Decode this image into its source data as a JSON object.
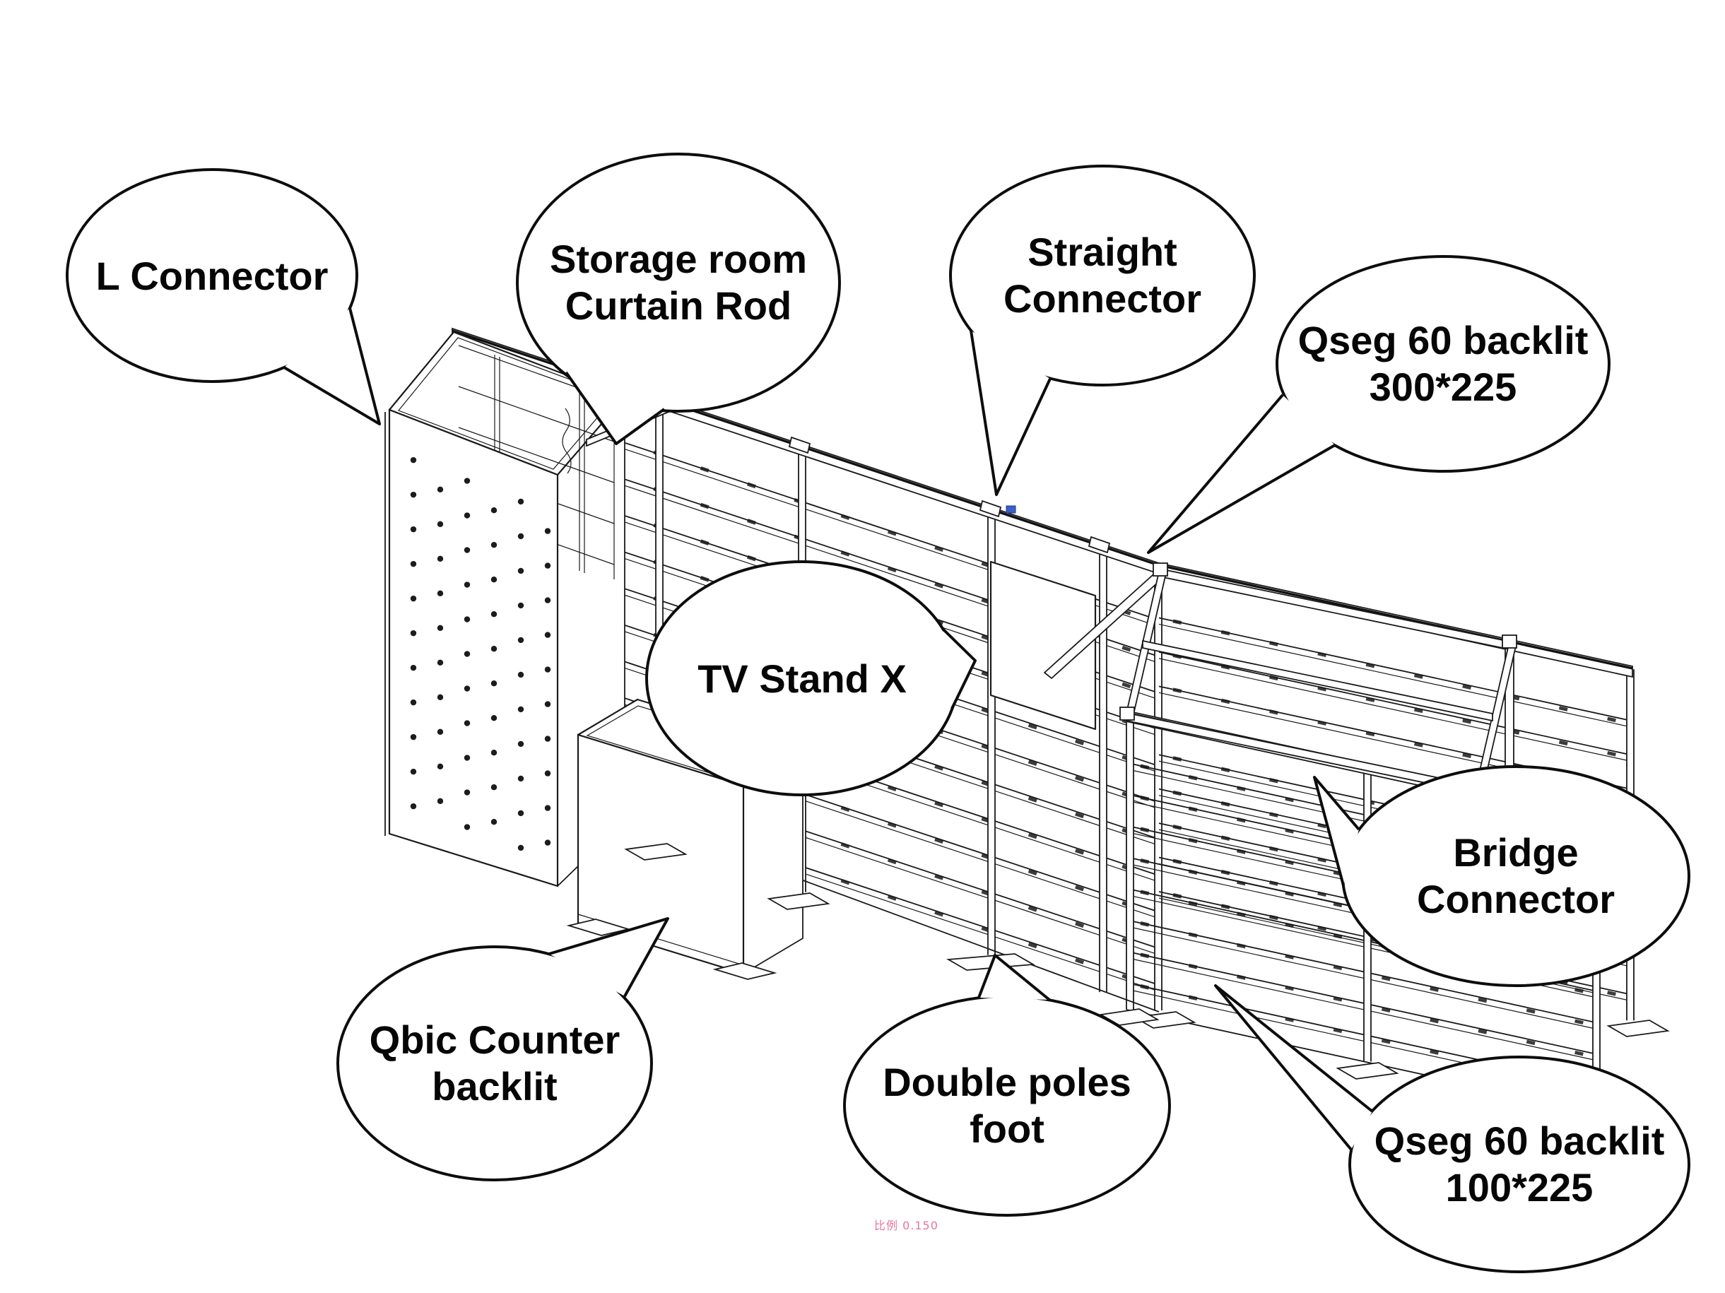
{
  "diagram": {
    "title_semantic": "booth-assembly-annotated-diagram",
    "background": "#ffffff",
    "line_color": "#1a1a1a",
    "accent_blue": "#3a5fc8",
    "callouts": [
      {
        "id": "l-connector",
        "lines": [
          "L Connector",
          ""
        ]
      },
      {
        "id": "storage-room-curtain-rod",
        "lines": [
          "Storage room",
          "Curtain Rod"
        ]
      },
      {
        "id": "straight-connector",
        "lines": [
          "Straight",
          "Connector"
        ]
      },
      {
        "id": "qseg-60-backlit-300-225",
        "lines": [
          "Qseg 60 backlit",
          "300*225"
        ]
      },
      {
        "id": "tv-stand-x",
        "lines": [
          "TV Stand X",
          ""
        ]
      },
      {
        "id": "bridge-connector",
        "lines": [
          "Bridge",
          "Connector"
        ]
      },
      {
        "id": "qbic-counter-backlit",
        "lines": [
          "Qbic Counter",
          "backlit"
        ]
      },
      {
        "id": "double-poles-foot",
        "lines": [
          "Double poles",
          "foot"
        ]
      },
      {
        "id": "qseg-60-backlit-100-225",
        "lines": [
          "Qseg 60 backlit",
          "100*225"
        ]
      }
    ],
    "scale_note": {
      "text": "比例 0.150",
      "color": "#e8739e"
    }
  }
}
